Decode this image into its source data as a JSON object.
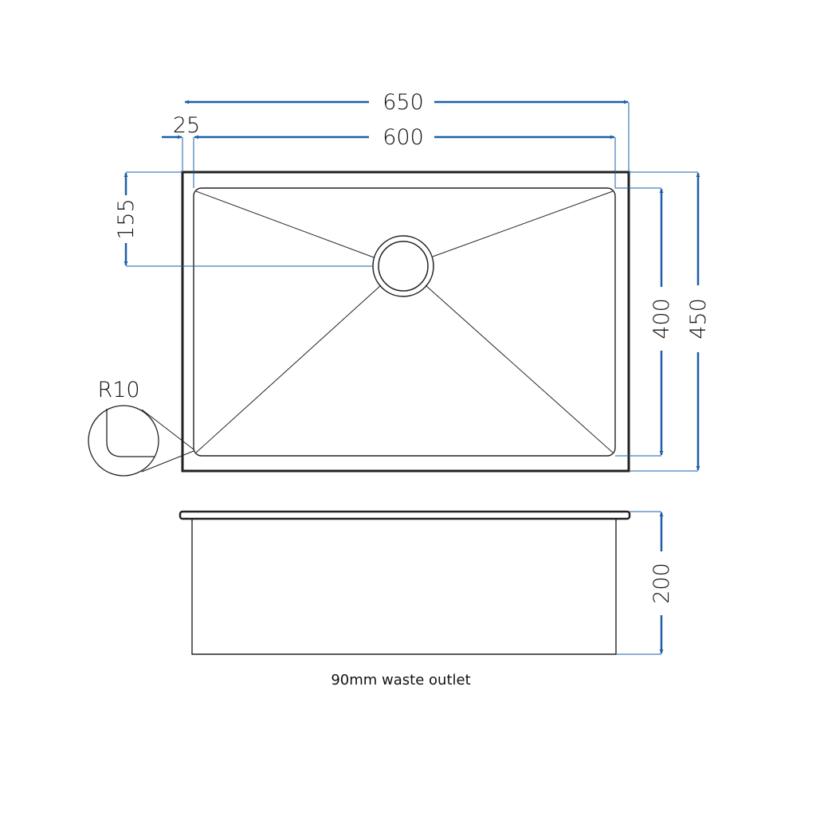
{
  "drawing": {
    "dimensions": {
      "overall_width": "650",
      "bowl_width": "600",
      "flange": "25",
      "waste_offset": "155",
      "bowl_length": "400",
      "overall_length": "450",
      "depth": "200",
      "corner_radius": "R10"
    },
    "caption": "90mm waste outlet",
    "colors": {
      "dimension": "#1a5fa8",
      "outline": "#222222"
    }
  }
}
